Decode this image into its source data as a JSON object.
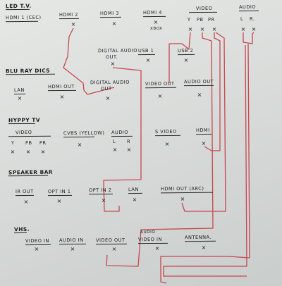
{
  "wire_color": "#c8474f",
  "ink_color": "#1c1c1c",
  "paper_color": "#e3e5e3",
  "mark": "×",
  "sections": {
    "led_tv": "LED T.V.",
    "blu_ray": "BLU RAY DICS",
    "hyppy_tv": "HYPPY TV",
    "speaker_bar": "SPEAKER BAR",
    "vhs": "VHS."
  },
  "led_tv": {
    "hdmi1": "HDMI 1 (CEC)",
    "hdmi2": "HDMI 2",
    "hdmi3": "HDMI 3",
    "hdmi4": "HDMI 4",
    "xbox": "XBOX",
    "video": "VIDEO",
    "video_y": "Y",
    "video_pb": "PB",
    "video_pr": "PR",
    "audio": "AUDIO",
    "audio_l": "L",
    "audio_r": "R.",
    "digital_audio_out": [
      "DIGITAL AUDIO",
      "OUT."
    ],
    "usb1": "USB 1",
    "usb2": "USB 2"
  },
  "blu_ray": {
    "lan": "LAN",
    "hdmi_out": "HDMI OUT",
    "digital_audio_out": [
      "DIGITAL AUDIO",
      "OUT"
    ],
    "video_out": "VIDEO OUT",
    "audio_out": "AUDIO OUT"
  },
  "hyppy_tv": {
    "video": "VIDEO",
    "video_y": "Y",
    "video_pb": "PB",
    "video_pr": "PR",
    "cvbs": "CVBS (YELLOW)",
    "audio": "AUDIO",
    "audio_l": "L",
    "audio_r": "R",
    "s_video": "S VIDEO",
    "hdmi": "HDMI"
  },
  "speaker_bar": {
    "ir_out": "IR OUT",
    "opt_in1": "OPT IN 1",
    "opt_in2": "OPT IN 2",
    "lan": "LAN",
    "hdmi_out_arc": "HDMI OUT (ARC)"
  },
  "vhs": {
    "video_in": "VIDEO IN",
    "audio_in": "AUDIO IN",
    "video_out": "VIDEO OUT",
    "audio_video_in": [
      "AUDIO",
      "VIDEO IN"
    ],
    "antenna": "ANTENNA."
  }
}
